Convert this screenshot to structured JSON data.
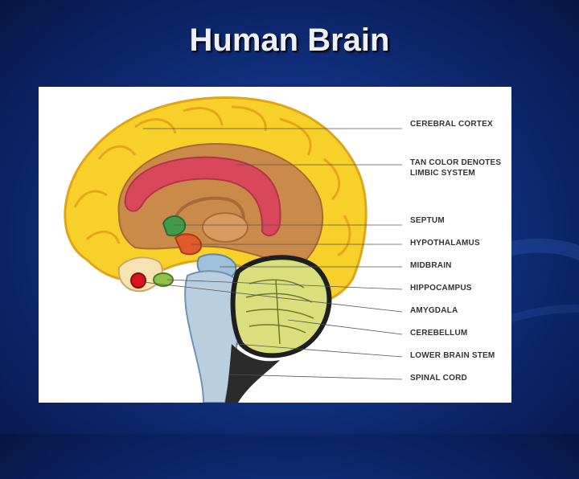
{
  "slide": {
    "title": "Human Brain"
  },
  "diagram": {
    "labels": [
      "CEREBRAL CORTEX",
      "TAN COLOR DENOTES",
      "LIMBIC SYSTEM",
      "SEPTUM",
      "HYPOTHALAMUS",
      "MIDBRAIN",
      "HIPPOCAMPUS",
      "AMYGDALA",
      "CEREBELLUM",
      "LOWER BRAIN STEM",
      "SPINAL CORD"
    ]
  },
  "colors": {
    "background": "#10307f",
    "cortex": "#f7d12a",
    "limbic_tan": "#c98a4a",
    "corpus_callosum": "#d9475a",
    "cerebellum": "#d8df7c",
    "brain_stem": "#b9cfe0"
  }
}
